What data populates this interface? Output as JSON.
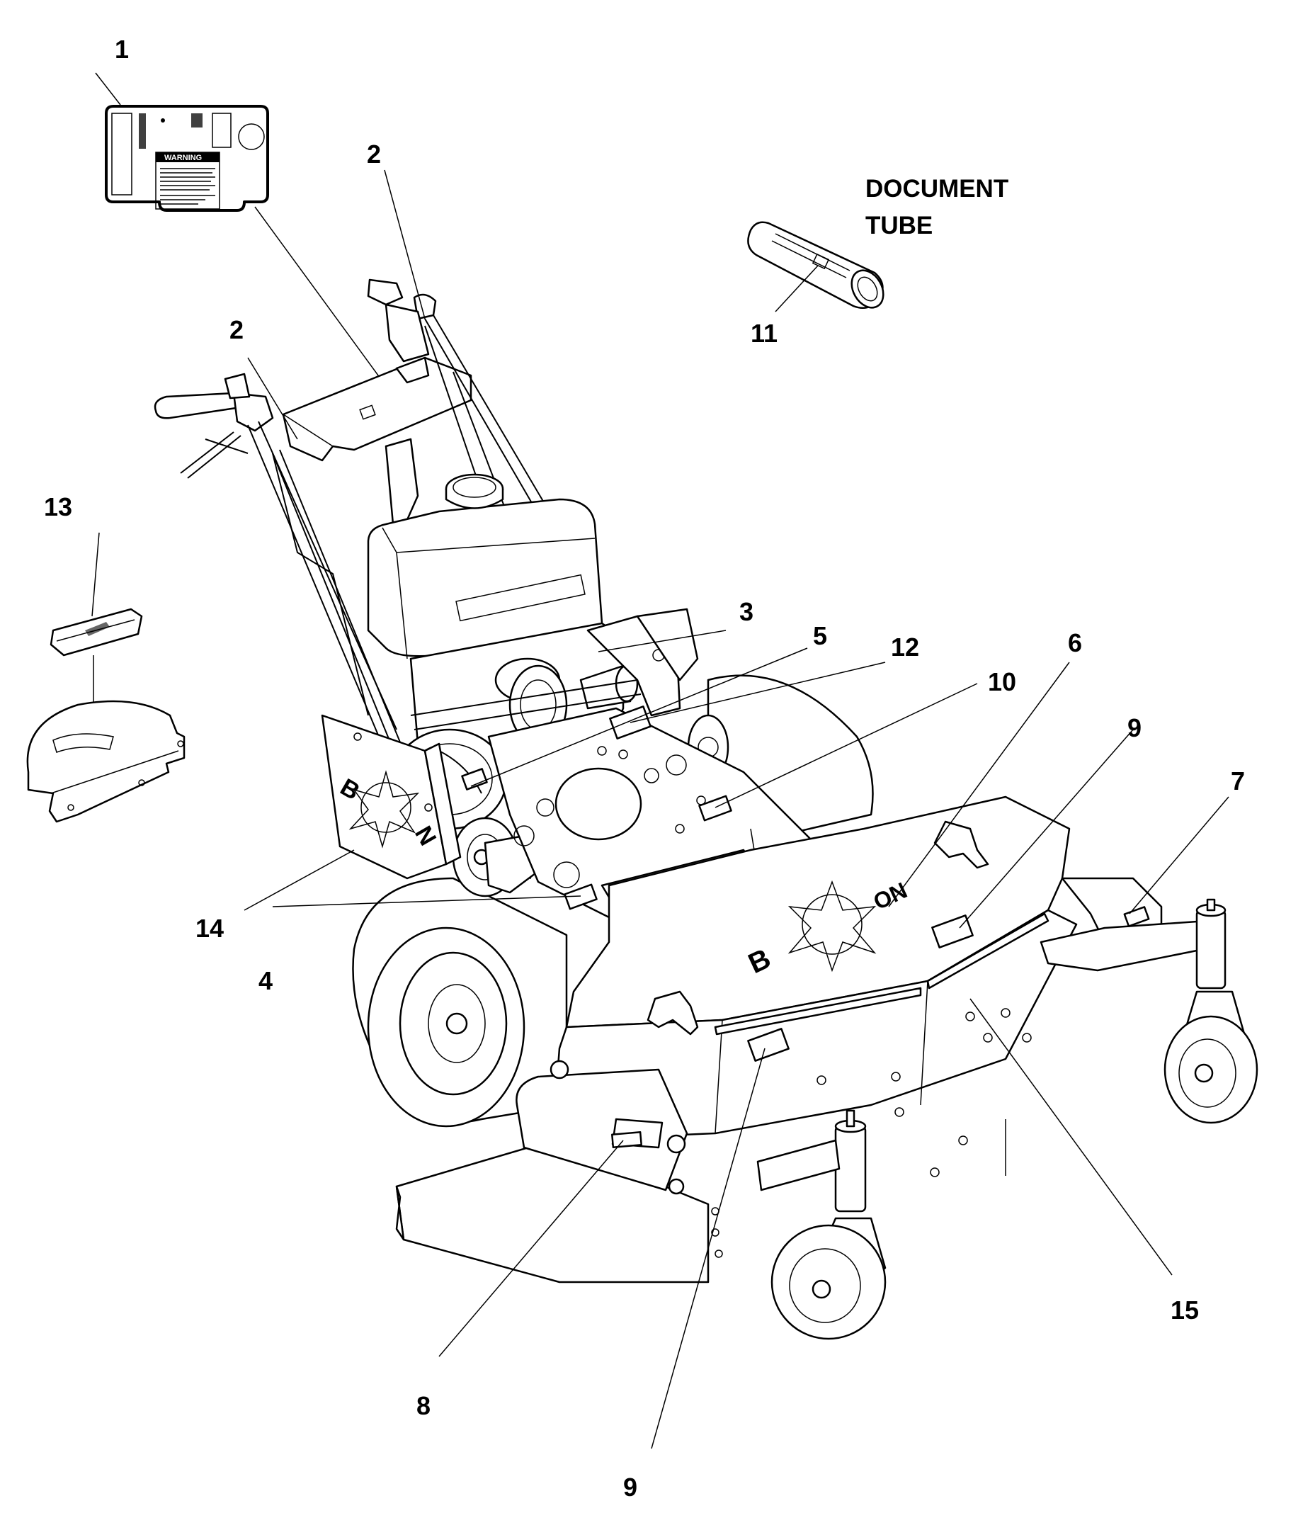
{
  "callouts": [
    {
      "id": "c1",
      "label": "1"
    },
    {
      "id": "c2a",
      "label": "2"
    },
    {
      "id": "c2b",
      "label": "2"
    },
    {
      "id": "c3",
      "label": "3"
    },
    {
      "id": "c4",
      "label": "4"
    },
    {
      "id": "c5",
      "label": "5"
    },
    {
      "id": "c6",
      "label": "6"
    },
    {
      "id": "c7",
      "label": "7"
    },
    {
      "id": "c8",
      "label": "8"
    },
    {
      "id": "c9a",
      "label": "9"
    },
    {
      "id": "c9b",
      "label": "9"
    },
    {
      "id": "c10",
      "label": "10"
    },
    {
      "id": "c11",
      "label": "11"
    },
    {
      "id": "c12",
      "label": "12"
    },
    {
      "id": "c13",
      "label": "13"
    },
    {
      "id": "c14",
      "label": "14"
    },
    {
      "id": "c15",
      "label": "15"
    }
  ],
  "document_tube": {
    "line1": "DOCUMENT",
    "line2": "TUBE"
  },
  "warning_decal": {
    "heading": "WARNING"
  }
}
